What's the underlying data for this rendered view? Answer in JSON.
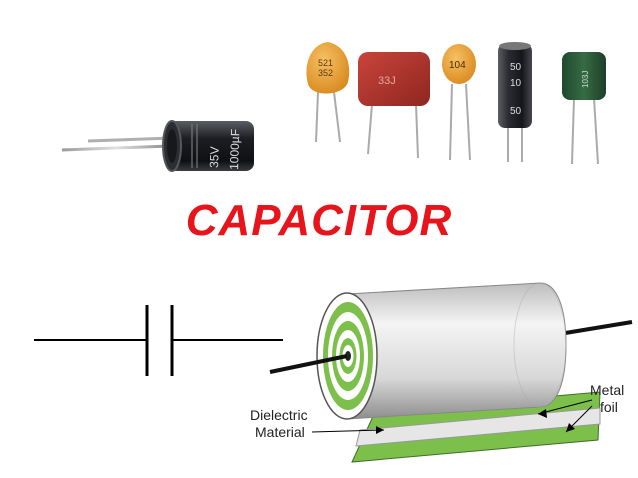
{
  "title": "CAPACITOR",
  "colors": {
    "title": "#e8141b",
    "foil_green": "#7cc04b",
    "electrolytic_body": "#1b1d22",
    "ceramic_orange": "#e8a033",
    "film_red": "#b2312a",
    "film_green": "#2d5b3b"
  },
  "components": {
    "electrolytic_large": {
      "markings": [
        "35V",
        "1000µF"
      ]
    },
    "ceramic_orange_left": {
      "markings": [
        "521",
        "352"
      ]
    },
    "film_red": {
      "markings": [
        "33J"
      ]
    },
    "ceramic_disc": {
      "markings": [
        "104"
      ]
    },
    "electrolytic_small": {
      "markings": [
        "50",
        "10",
        "50"
      ]
    },
    "film_green_small": {
      "markings": [
        "103J"
      ]
    }
  },
  "diagram": {
    "dielectric_label": [
      "Dielectric",
      "Material"
    ],
    "metal_foil_label": [
      "Metal",
      "foil"
    ]
  }
}
